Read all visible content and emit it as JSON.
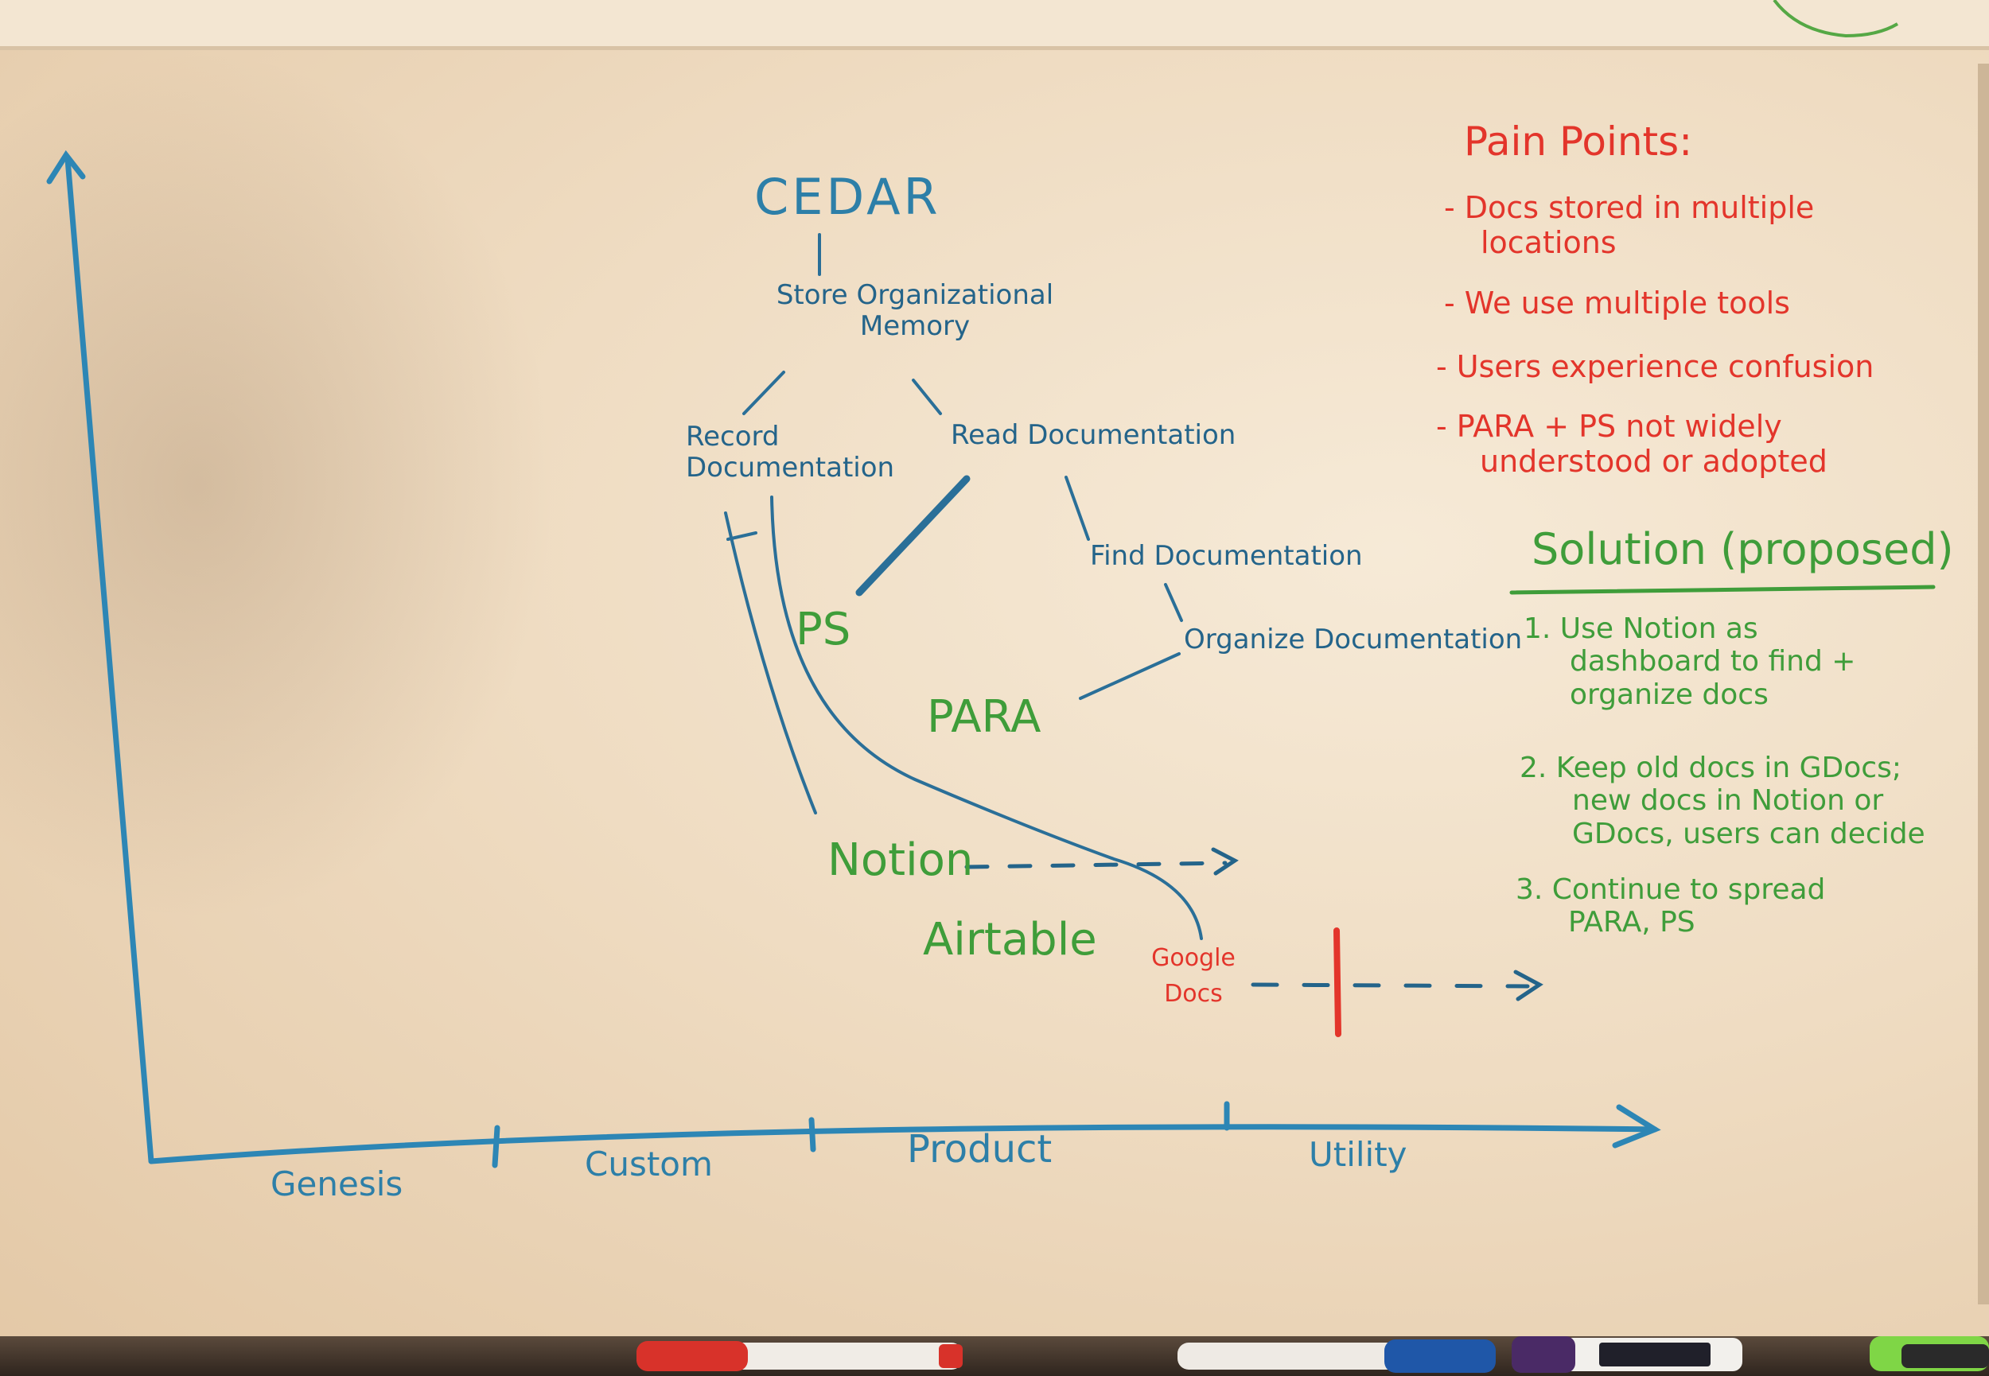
{
  "diagram": {
    "root": "CEDAR",
    "need": [
      "Store Organizational",
      "Memory"
    ],
    "children": {
      "record": [
        "Record",
        "Documentation"
      ],
      "read": "Read Documentation",
      "find": "Find Documentation",
      "organize": "Organize Documentation"
    },
    "components": {
      "ps": "PS",
      "para": "PARA",
      "notion": "Notion",
      "airtable": "Airtable",
      "google_docs": [
        "Google",
        "Docs"
      ]
    },
    "axis_labels": [
      "Genesis",
      "Custom",
      "Product",
      "Utility"
    ]
  },
  "pain_points": {
    "title": "Pain Points:",
    "items": [
      [
        "- Docs stored in multiple",
        "locations"
      ],
      [
        "- We use multiple tools"
      ],
      [
        "- Users experience confusion"
      ],
      [
        "- PARA + PS not widely",
        "understood or adopted"
      ]
    ]
  },
  "solution": {
    "title": "Solution (proposed)",
    "items": [
      [
        "1. Use Notion as",
        "dashboard to find +",
        "organize docs"
      ],
      [
        "2. Keep old docs in GDocs;",
        "new docs in Notion or",
        "GDocs, users can decide"
      ],
      [
        "3. Continue to spread",
        "PARA, PS"
      ]
    ]
  },
  "colors": {
    "board": "#f1e0c8",
    "blue_marker": "#2d7fa8",
    "green_marker": "#3f9d3a",
    "red_marker": "#e3352b"
  }
}
